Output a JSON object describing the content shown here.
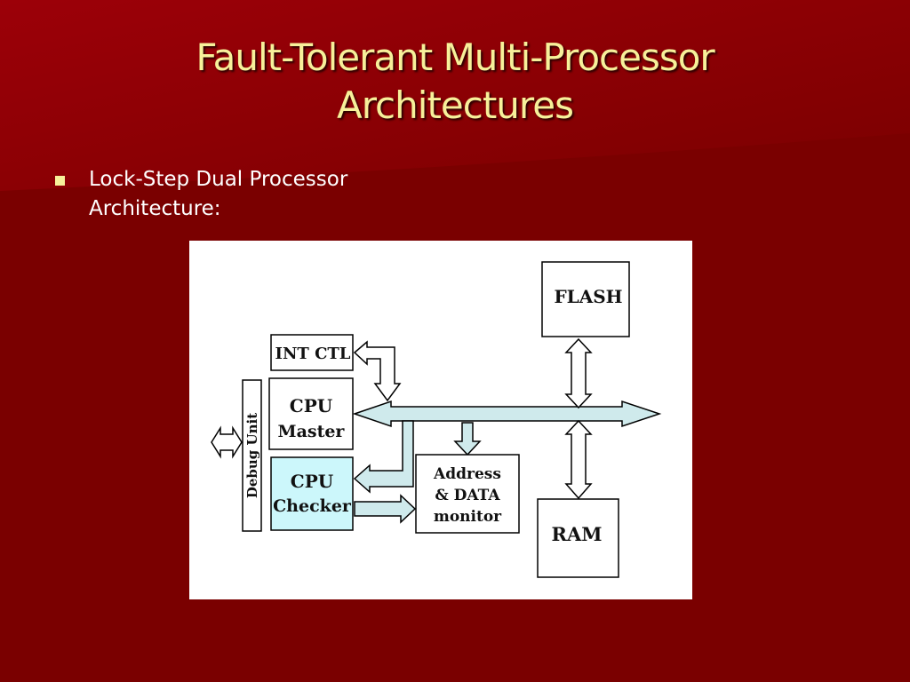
{
  "slide": {
    "title_line1": "Fault-Tolerant Multi-Processor",
    "title_line2": "Architectures",
    "bullet_line1": "Lock-Step Dual Processor",
    "bullet_line2": "Architecture:"
  },
  "diagram": {
    "flash": "FLASH",
    "int_ctl": "INT CTL",
    "cpu_master_1": "CPU",
    "cpu_master_2": "Master",
    "cpu_checker_1": "CPU",
    "cpu_checker_2": "Checker",
    "debug_unit": "Debug Unit",
    "addr_monitor_1": "Address",
    "addr_monitor_2": "& DATA",
    "addr_monitor_3": "monitor",
    "ram": "RAM"
  },
  "colors": {
    "background": "#7a0000",
    "title": "#f7f09a",
    "arrow_fill": "#cfeaec",
    "checker_fill": "#ccf7fb"
  }
}
